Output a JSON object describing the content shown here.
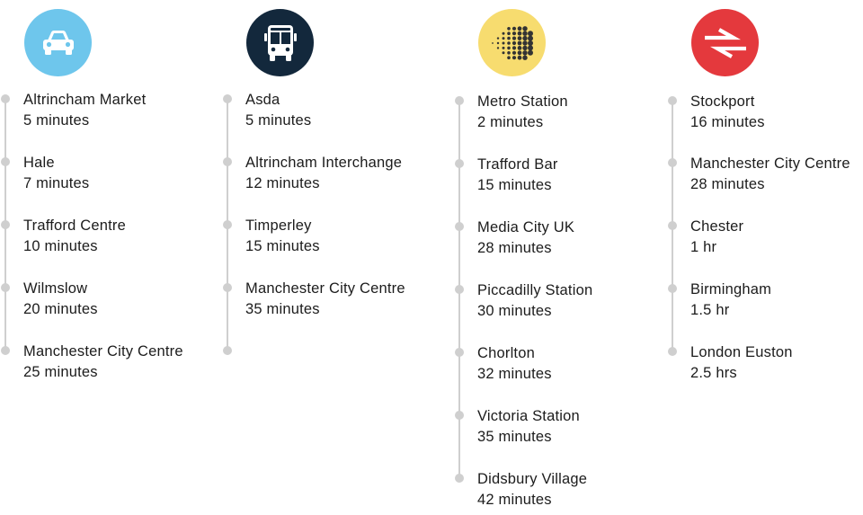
{
  "columns": [
    {
      "icon": "car-icon",
      "color": "#6ec6ec",
      "stops": [
        {
          "name": "Altrincham Market",
          "time": "5 minutes"
        },
        {
          "name": "Hale",
          "time": "7 minutes"
        },
        {
          "name": "Trafford Centre",
          "time": "10 minutes"
        },
        {
          "name": "Wilmslow",
          "time": "20 minutes"
        },
        {
          "name": "Manchester City Centre",
          "time": "25 minutes"
        }
      ]
    },
    {
      "icon": "bus-icon",
      "color": "#13283c",
      "stops": [
        {
          "name": "Asda",
          "time": "5 minutes"
        },
        {
          "name": "Altrincham Interchange",
          "time": "12 minutes"
        },
        {
          "name": "Timperley",
          "time": "15 minutes"
        },
        {
          "name": "Manchester City Centre",
          "time": "35 minutes"
        }
      ]
    },
    {
      "icon": "metrolink-icon",
      "color": "#f7dc6f",
      "stops": [
        {
          "name": "Metro Station",
          "time": "2 minutes"
        },
        {
          "name": "Trafford Bar",
          "time": "15 minutes"
        },
        {
          "name": "Media City UK",
          "time": "28 minutes"
        },
        {
          "name": "Piccadilly Station",
          "time": "30 minutes"
        },
        {
          "name": "Chorlton",
          "time": "32 minutes"
        },
        {
          "name": "Victoria Station",
          "time": "35 minutes"
        },
        {
          "name": "Didsbury Village",
          "time": "42 minutes"
        }
      ]
    },
    {
      "icon": "national-rail-icon",
      "color": "#e4393d",
      "stops": [
        {
          "name": "Stockport",
          "time": "16 minutes"
        },
        {
          "name": "Manchester City Centre",
          "time": "28 minutes"
        },
        {
          "name": "Chester",
          "time": "1 hr"
        },
        {
          "name": "Birmingham",
          "time": "1.5 hr"
        },
        {
          "name": "London Euston",
          "time": "2.5 hrs"
        }
      ]
    }
  ]
}
